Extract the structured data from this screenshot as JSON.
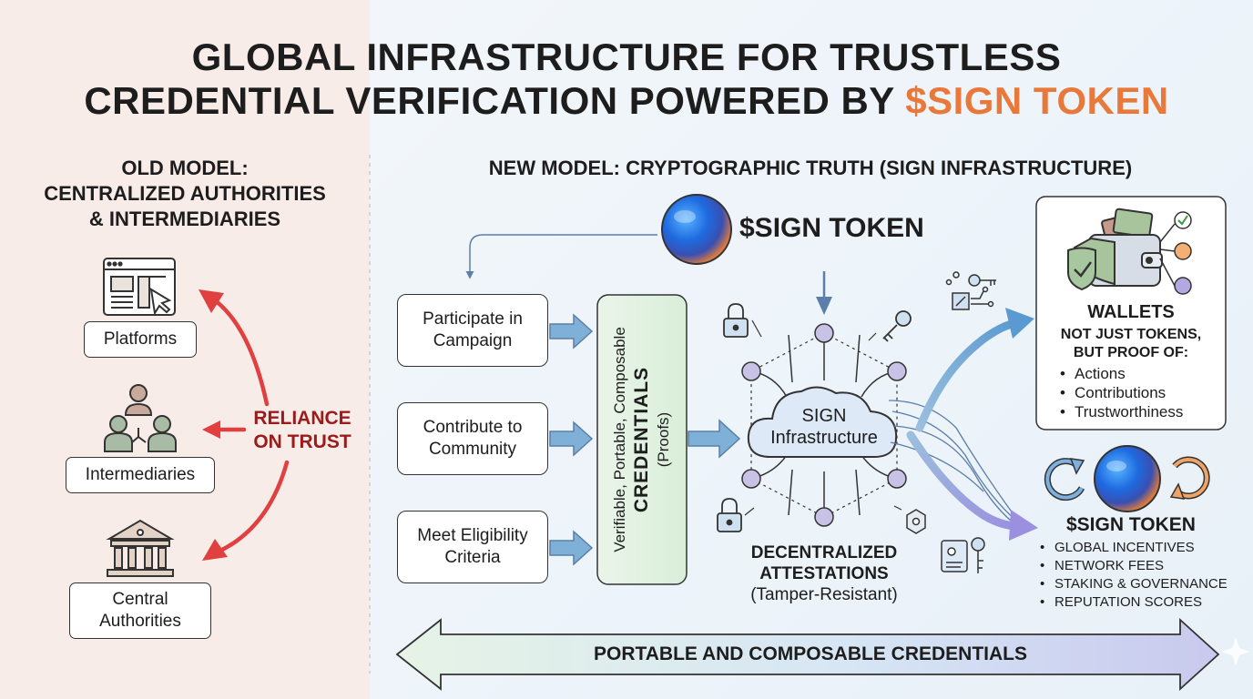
{
  "title": {
    "line1": "GLOBAL INFRASTRUCTURE FOR TRUSTLESS",
    "line2_prefix": "CREDENTIAL VERIFICATION POWERED BY ",
    "line2_accent": "$SIGN TOKEN"
  },
  "old_model": {
    "heading": [
      "OLD MODEL:",
      "CENTRALIZED AUTHORITIES",
      "& INTERMEDIARIES"
    ],
    "platforms": "Platforms",
    "intermediaries": "Intermediaries",
    "central_authorities": [
      "Central",
      "Authorities"
    ],
    "reliance": [
      "RELIANCE",
      "ON TRUST"
    ]
  },
  "new_model": {
    "heading": "NEW MODEL: CRYPTOGRAPHIC TRUTH (SIGN INFRASTRUCTURE)",
    "token_label": "$SIGN TOKEN",
    "actions": [
      [
        "Participate in",
        "Campaign"
      ],
      [
        "Contribute to",
        "Community"
      ],
      [
        "Meet Eligibility",
        "Criteria"
      ]
    ],
    "credentials": {
      "line1": "Verifiable, Portable, Composable",
      "line2": "CREDENTIALS",
      "line3": "(Proofs)"
    },
    "infrastructure": [
      "SIGN",
      "Infrastructure"
    ],
    "attestations": [
      "DECENTRALIZED",
      "ATTESTATIONS",
      "(Tamper-Resistant)"
    ],
    "wallets": {
      "title": "WALLETS",
      "subtitle": [
        "NOT JUST TOKENS,",
        "BUT PROOF OF:"
      ],
      "items": [
        "Actions",
        "Contributions",
        "Trustworthiness"
      ]
    },
    "token_uses": {
      "title": "$SIGN TOKEN",
      "items": [
        "GLOBAL INCENTIVES",
        "NETWORK FEES",
        "STAKING & GOVERNANCE",
        "REPUTATION SCORES"
      ]
    },
    "bottom_banner": "PORTABLE AND COMPOSABLE CREDENTIALS"
  },
  "colors": {
    "accent": "#e8793a",
    "red_arrow": "#e04040",
    "reliance_text": "#9b1b1b",
    "blue_arrow": "#6fa3cc"
  }
}
